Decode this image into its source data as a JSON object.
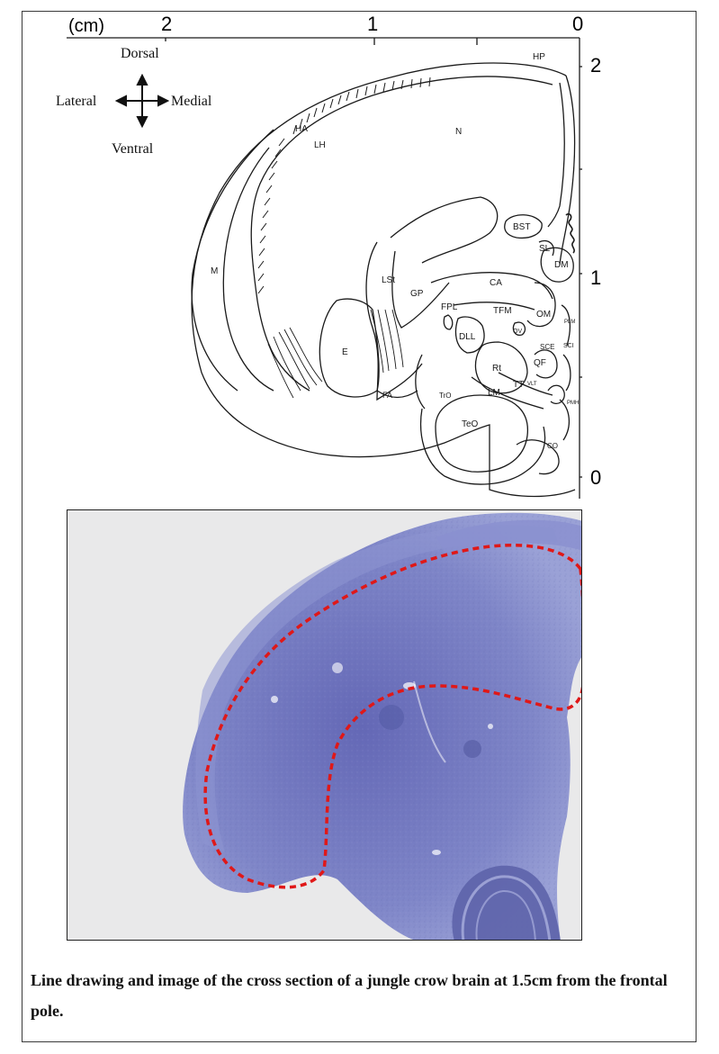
{
  "axes": {
    "unit_label": "(cm)",
    "top_ticks": [
      "2",
      "1",
      "0"
    ],
    "right_ticks": [
      "2",
      "1",
      "0"
    ]
  },
  "orientation": {
    "dorsal": "Dorsal",
    "ventral": "Ventral",
    "lateral": "Lateral",
    "medial": "Medial"
  },
  "regions": [
    {
      "id": "HP",
      "label": "HP"
    },
    {
      "id": "HA",
      "label": "HA"
    },
    {
      "id": "LH",
      "label": "LH"
    },
    {
      "id": "N",
      "label": "N"
    },
    {
      "id": "BST",
      "label": "BST"
    },
    {
      "id": "SL",
      "label": "SL"
    },
    {
      "id": "DM",
      "label": "DM"
    },
    {
      "id": "M",
      "label": "M"
    },
    {
      "id": "LSt",
      "label": "LSt"
    },
    {
      "id": "GP",
      "label": "GP"
    },
    {
      "id": "CA",
      "label": "CA"
    },
    {
      "id": "FPL",
      "label": "FPL"
    },
    {
      "id": "TFM",
      "label": "TFM"
    },
    {
      "id": "OM",
      "label": "OM"
    },
    {
      "id": "PLM",
      "label": "PLM"
    },
    {
      "id": "OV",
      "label": "OV"
    },
    {
      "id": "DLL",
      "label": "DLL"
    },
    {
      "id": "SCE",
      "label": "SCE"
    },
    {
      "id": "SCI",
      "label": "SCI"
    },
    {
      "id": "E",
      "label": "E"
    },
    {
      "id": "Rt",
      "label": "Rt"
    },
    {
      "id": "QF",
      "label": "QF"
    },
    {
      "id": "TT",
      "label": "TT"
    },
    {
      "id": "VLT",
      "label": "VLT"
    },
    {
      "id": "FA",
      "label": "FA"
    },
    {
      "id": "TrO",
      "label": "TrO"
    },
    {
      "id": "LM",
      "label": "LM"
    },
    {
      "id": "PMH",
      "label": "PMH"
    },
    {
      "id": "TeO",
      "label": "TeO"
    },
    {
      "id": "CO",
      "label": "CO"
    }
  ],
  "colors": {
    "line": "#1a1a1a",
    "tissue": "#7a80c4",
    "tissue_dark": "#5c62ad",
    "photo_bg": "#e9e9ea",
    "outline": "#e01818"
  },
  "caption": "Line drawing and image of the cross section of a jungle crow brain at 1.5cm from the frontal pole."
}
